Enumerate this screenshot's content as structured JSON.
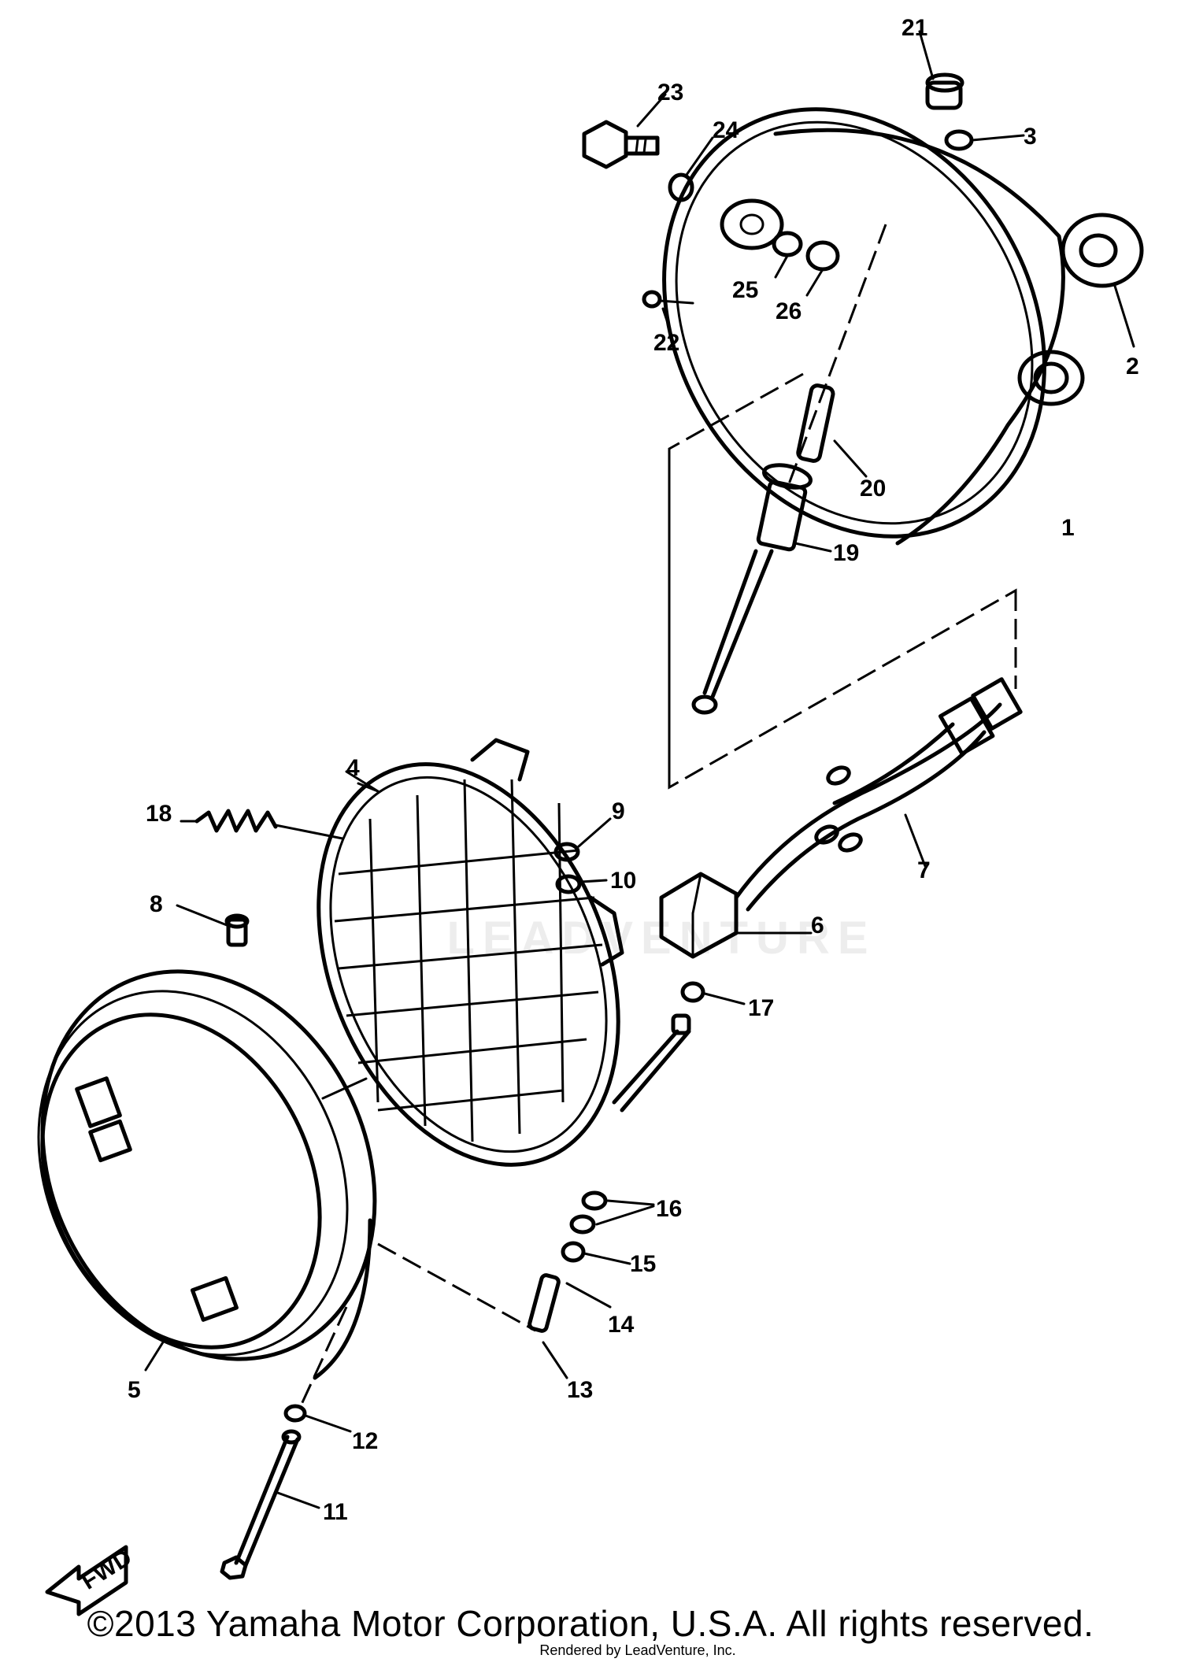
{
  "diagram": {
    "part_labels": {
      "p1": "1",
      "p2": "2",
      "p3": "3",
      "p4": "4",
      "p5": "5",
      "p6": "6",
      "p7": "7",
      "p8": "8",
      "p9": "9",
      "p10": "10",
      "p11": "11",
      "p12": "12",
      "p13": "13",
      "p14": "14",
      "p15": "15",
      "p16": "16",
      "p17": "17",
      "p18": "18",
      "p19": "19",
      "p20": "20",
      "p21": "21",
      "p22": "22",
      "p23": "23",
      "p24": "24",
      "p25": "25",
      "p26": "26"
    },
    "fwd_label": "FWD"
  },
  "footer": {
    "copyright": "©2013 Yamaha Motor Corporation, U.S.A. All rights reserved.",
    "rendered_by": "Rendered by LeadVenture, Inc."
  },
  "watermark": {
    "text": "LEADVENTURE"
  }
}
